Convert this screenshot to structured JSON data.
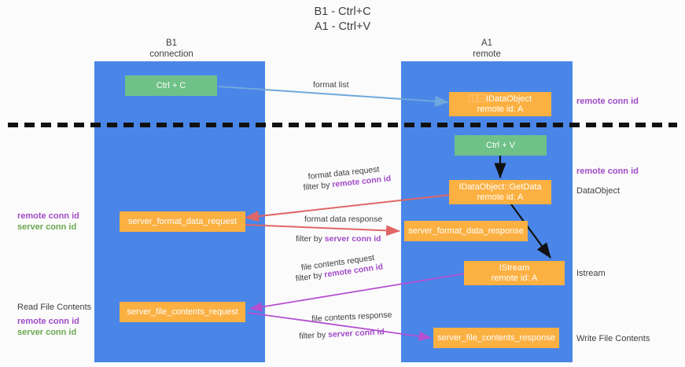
{
  "title": {
    "line1": "B1 - Ctrl+C",
    "line2": "A1 - Ctrl+V"
  },
  "columns": [
    {
      "name": "B1",
      "role": "connection"
    },
    {
      "name": "A1",
      "role": "remote"
    }
  ],
  "boxes": {
    "ctrl_c": "Ctrl + C",
    "ctrl_v": "Ctrl + V",
    "idataobject_title": "⿰⿱IDataObject",
    "idataobject_sub": "remote id: A",
    "getdata_title": "IDataObject::GetData",
    "getdata_sub": "remote id: A",
    "istream_title": "IStream",
    "istream_sub": "remote id: A",
    "server_format_data_request": "server_format_data_request",
    "server_format_data_response": "server_format_data_response",
    "server_file_contents_request": "server_file_contents_request",
    "server_file_contents_response": "server_file_contents_response"
  },
  "edges": {
    "format_list": "format list",
    "format_data_request": "format data request",
    "format_data_request_filter_pre": "filter by ",
    "format_data_request_filter_key": "remote conn id",
    "format_data_response": "format data response",
    "format_data_response_filter_pre": "filter by ",
    "format_data_response_filter_key": "server conn id",
    "file_contents_request": "file contents request",
    "file_contents_request_filter_pre": "filter by ",
    "file_contents_request_filter_key": "remote conn id",
    "file_contents_response": "file contents response",
    "file_contents_response_filter_pre": "filter by ",
    "file_contents_response_filter_key": "server conn id"
  },
  "annotations": {
    "right_top_remote_conn_id": "remote conn id",
    "right_mid_remote_conn_id": "remote conn id",
    "right_dataobject": "DataObject",
    "right_istream": "Istream",
    "right_write_file_contents": "Write File Contents",
    "left_remote_conn_id": "remote conn id",
    "left_server_conn_id": "server conn id",
    "left_read_file_contents": "Read File Contents",
    "left_remote_conn_id_2": "remote conn id",
    "left_server_conn_id_2": "server conn id"
  },
  "colors": {
    "lane": "#4a86e8",
    "green_box": "#6fc187",
    "orange_box": "#fbb042",
    "arrow_blue": "#6fa8dc",
    "arrow_red": "#e06666",
    "arrow_purple": "#b44fd0",
    "arrow_black": "#111111",
    "key_purple": "#a14bc8",
    "key_green": "#6aa84f"
  }
}
